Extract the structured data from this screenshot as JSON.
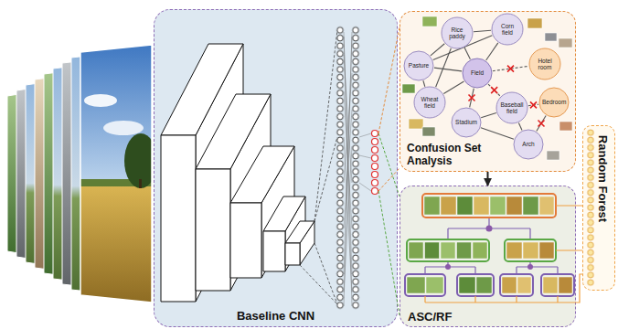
{
  "diagram": {
    "nodes": [
      {
        "text": [
          "Baseline CNN"
        ]
      },
      {
        "text": [
          "Confusion Set Analysis"
        ]
      },
      {
        "text": [
          "Rice paddy"
        ],
        "in": 1
      },
      {
        "text": [
          "Corn field"
        ],
        "in": 1
      },
      {
        "text": [
          "Pasture"
        ],
        "in": 1
      },
      {
        "text": [
          "Field"
        ],
        "in": 1
      },
      {
        "text": [
          "Hotel room"
        ],
        "in": 1
      },
      {
        "text": [
          "Wheat field"
        ],
        "in": 1
      },
      {
        "text": [
          "Bedroom"
        ],
        "in": 1
      },
      {
        "text": [
          "Baseball field"
        ],
        "in": 1
      },
      {
        "text": [
          "Stadium"
        ],
        "in": 1
      },
      {
        "text": [
          "Arch"
        ],
        "in": 1
      },
      {
        "text": [
          "ASC/RF"
        ]
      },
      {
        "text": [
          "Random Forest"
        ]
      }
    ],
    "edges": [
      {
        "from": 2,
        "to": 3,
        "arrow": "none"
      },
      {
        "from": 2,
        "to": 4,
        "arrow": "none"
      },
      {
        "from": 2,
        "to": 5,
        "arrow": "none"
      },
      {
        "from": 2,
        "to": 7,
        "arrow": "none"
      },
      {
        "from": 3,
        "to": 4,
        "arrow": "none"
      },
      {
        "from": 3,
        "to": 5,
        "arrow": "none"
      },
      {
        "from": 4,
        "to": 7,
        "arrow": "none"
      },
      {
        "from": 4,
        "to": 5,
        "arrow": "none"
      },
      {
        "from": 7,
        "to": 5,
        "arrow": "none"
      },
      {
        "from": 5,
        "to": 6,
        "arrow": "none"
      },
      {
        "from": 5,
        "to": 9,
        "arrow": "none"
      },
      {
        "from": 5,
        "to": 10,
        "arrow": "none"
      },
      {
        "from": 9,
        "to": 8,
        "arrow": "none"
      },
      {
        "from": 9,
        "to": 10,
        "arrow": "none"
      },
      {
        "from": 9,
        "to": 11,
        "arrow": "none"
      },
      {
        "from": 10,
        "to": 11,
        "arrow": "none"
      },
      {
        "from": 8,
        "to": 11,
        "arrow": "none"
      },
      {
        "from": 1,
        "to": 12,
        "arrow": "to"
      }
    ]
  }
}
